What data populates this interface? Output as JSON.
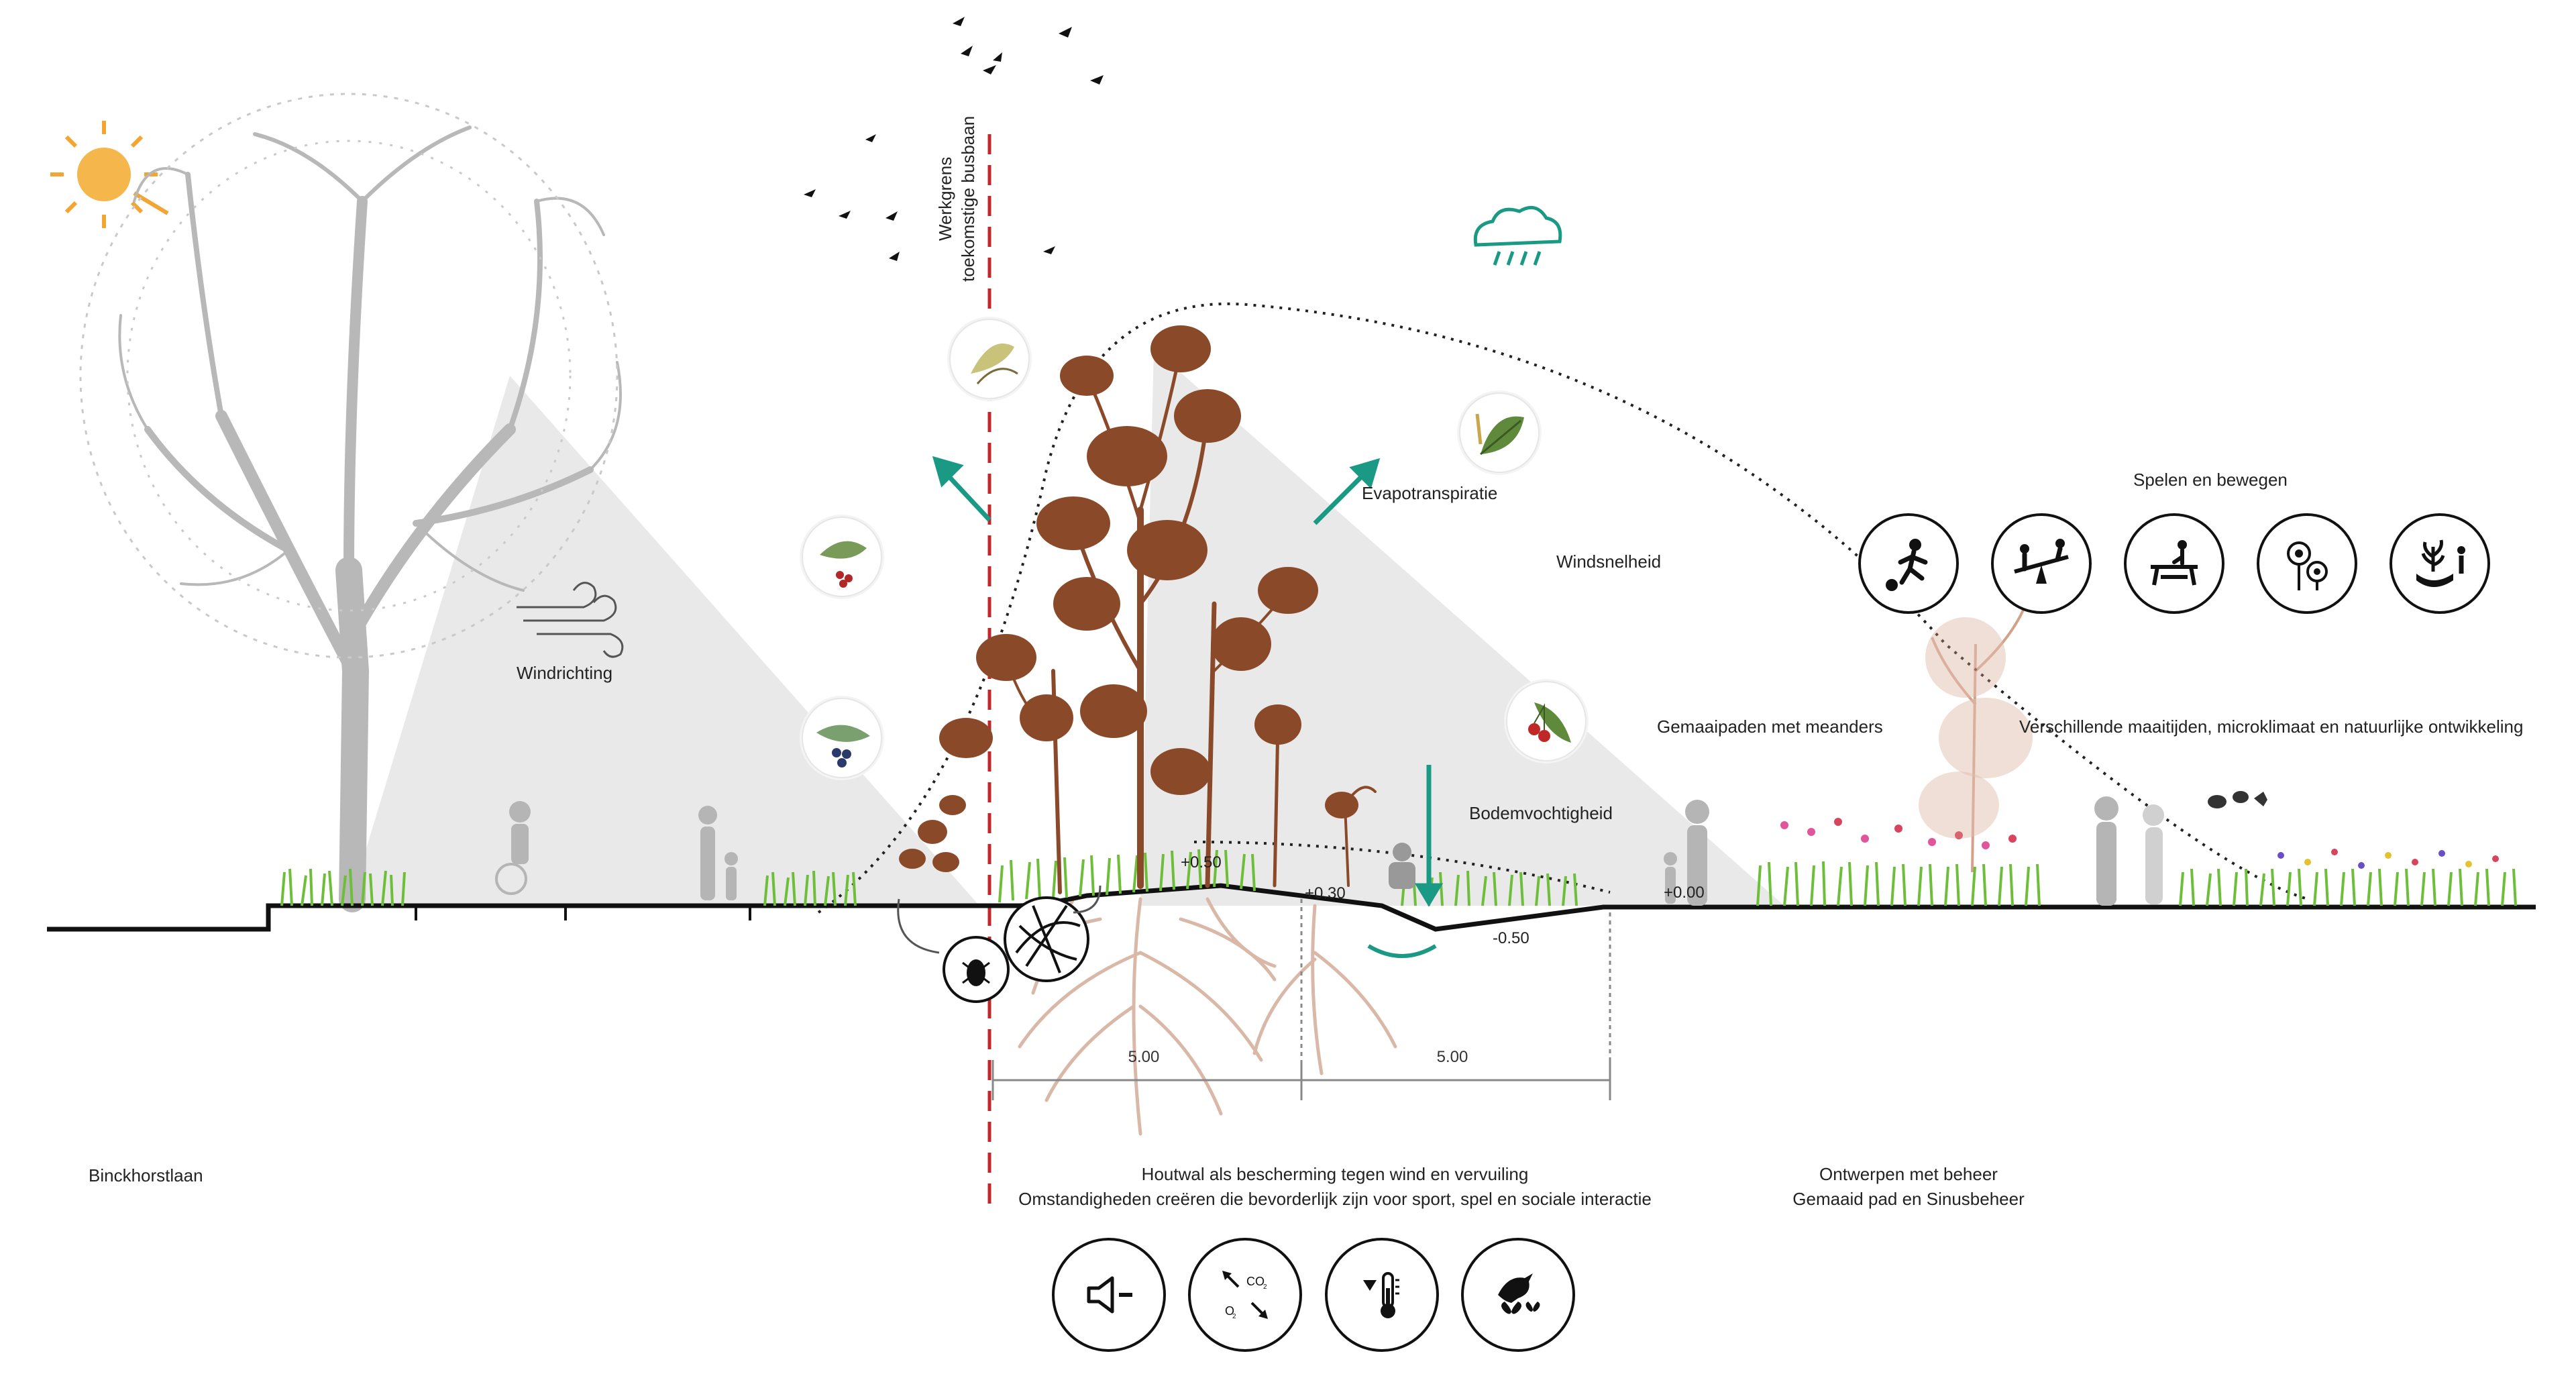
{
  "labels": {
    "binckhorstlaan": "Binckhorstlaan",
    "werkgrens_line1": "Werkgrens",
    "werkgrens_line2": "toekomstige busbaan",
    "windrichting": "Windrichting",
    "evapotranspiratie": "Evapotranspiratie",
    "windsnelheid": "Windsnelheid",
    "spelen_en_bewegen": "Spelen en bewegen",
    "gemaaipaden": "Gemaaipaden met meanders",
    "verschillende": "Verschillende maaitijden, microklimaat en natuurlijke ontwikkeling",
    "bodemvochtigheid": "Bodemvochtigheid"
  },
  "levels": {
    "plus050": "+0.50",
    "plus030": "+0.30",
    "minus050": "-0.50",
    "plus000": "+0.00"
  },
  "dimensions": {
    "left": "5.00",
    "right": "5.00"
  },
  "captions": {
    "center_line1": "Houtwal als bescherming tegen wind en vervuiling",
    "center_line2": "Omstandigheden creëren die bevorderlijk zijn voor sport, spel en sociale interactie",
    "right_line1": "Ontwerpen met beheer",
    "right_line2": "Gemaaid pad en Sinusbeheer"
  },
  "bottom_icons": [
    {
      "icon": "noise-reduction-icon"
    },
    {
      "icon": "o2-co2-exchange-icon",
      "text_o2": "O",
      "text_co2": "CO",
      "sub": "2"
    },
    {
      "icon": "temperature-icon"
    },
    {
      "icon": "birds-butterflies-icon"
    }
  ],
  "play_icons": [
    {
      "icon": "football-icon"
    },
    {
      "icon": "seesaw-icon"
    },
    {
      "icon": "picnic-table-icon"
    },
    {
      "icon": "flowers-icon"
    },
    {
      "icon": "gardening-icon"
    }
  ],
  "colors": {
    "accent_teal": "#1a9a84",
    "werkgrens_red": "#c0282b",
    "tree_brown": "#8a4a2a",
    "root_pink": "#d9b8a8",
    "grass_green": "#6dbf3a",
    "gray_silhouette": "#b5b5b5",
    "sun_orange": "#f2a531"
  }
}
